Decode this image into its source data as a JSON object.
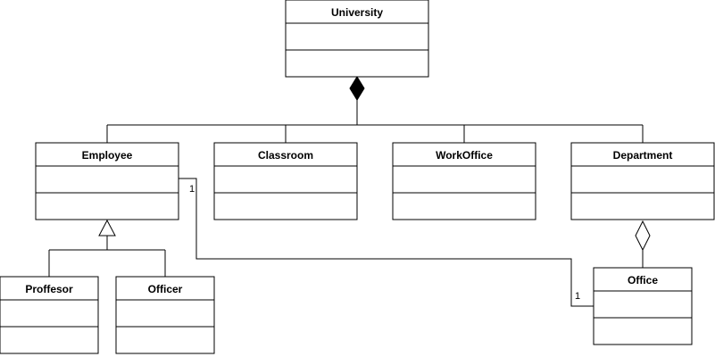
{
  "diagram": {
    "type": "uml-class-diagram",
    "classes": [
      {
        "id": "university",
        "name": "University"
      },
      {
        "id": "employee",
        "name": "Employee"
      },
      {
        "id": "classroom",
        "name": "Classroom"
      },
      {
        "id": "workoffice",
        "name": "WorkOffice"
      },
      {
        "id": "department",
        "name": "Department"
      },
      {
        "id": "proffesor",
        "name": "Proffesor"
      },
      {
        "id": "officer",
        "name": "Officer"
      },
      {
        "id": "office",
        "name": "Office"
      }
    ],
    "relations": [
      {
        "type": "composition",
        "whole": "University",
        "parts": [
          "Employee",
          "Classroom",
          "WorkOffice",
          "Department"
        ]
      },
      {
        "type": "generalization",
        "parent": "Employee",
        "children": [
          "Proffesor",
          "Officer"
        ]
      },
      {
        "type": "aggregation",
        "whole": "Department",
        "part": "Office"
      },
      {
        "type": "association",
        "from": "Employee",
        "to": "Office",
        "from_multiplicity": "1",
        "to_multiplicity": "1"
      }
    ]
  }
}
